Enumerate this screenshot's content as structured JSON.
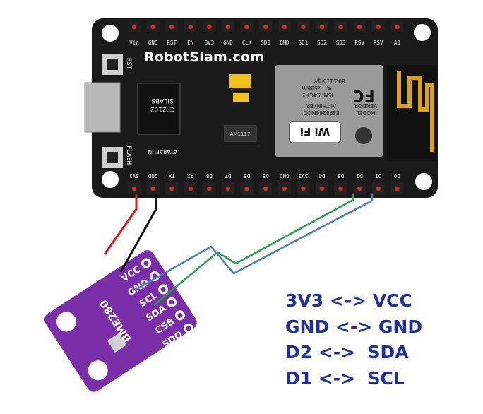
{
  "board": {
    "watermark": "RobotSiam.com",
    "top_pins": [
      "Vin",
      "GND",
      "RST",
      "EN",
      "3V3",
      "GND",
      "CLK",
      "SD0",
      "CMD",
      "SD1",
      "SD2",
      "SD3",
      "RSV",
      "RSV",
      "A0"
    ],
    "bottom_pins": [
      "3V3",
      "GND",
      "TX",
      "RX",
      "D8",
      "D7",
      "D6",
      "D5",
      "GND",
      "3V3",
      "D4",
      "D3",
      "D2",
      "D1",
      "D0"
    ],
    "side_labels": {
      "rst": "RST",
      "flash": "FLASH"
    },
    "usb_chip": {
      "maker": "SILABS",
      "part": "CP2102"
    },
    "regulator": "AM1117",
    "module_text": [
      "MODEL",
      "VENDOR",
      "ESP8266MOD",
      "AI-THINKER",
      "ISM 2.4GHz",
      "PA +25dBm",
      "802.11b/g/n"
    ],
    "fcc_mark": "FC",
    "wifi_text": "Wi Fi",
    "brand": "AYARAFUN",
    "colors": {
      "pcb": "#1a1a1a",
      "pin_red": "#c8321e",
      "shield": "#9a9a9a"
    }
  },
  "sensor": {
    "name": "BME280",
    "pins": [
      "VCC",
      "GND",
      "SCL",
      "SDA",
      "CSB",
      "SDO"
    ],
    "color": "#7a2fa8"
  },
  "wires": [
    {
      "from": "3V3",
      "to": "VCC",
      "color": "#e8141b"
    },
    {
      "from": "GND",
      "to": "GND",
      "color": "#111111"
    },
    {
      "from": "D2",
      "to": "SDA",
      "color": "#22a04a"
    },
    {
      "from": "D1",
      "to": "SCL",
      "color": "#4a7fc0"
    }
  ],
  "legend": [
    "3V3 <-> VCC",
    "GND <-> GND",
    "D2 <->  SDA",
    "D1 <->  SCL"
  ],
  "legend_color": "#1f2f9c"
}
